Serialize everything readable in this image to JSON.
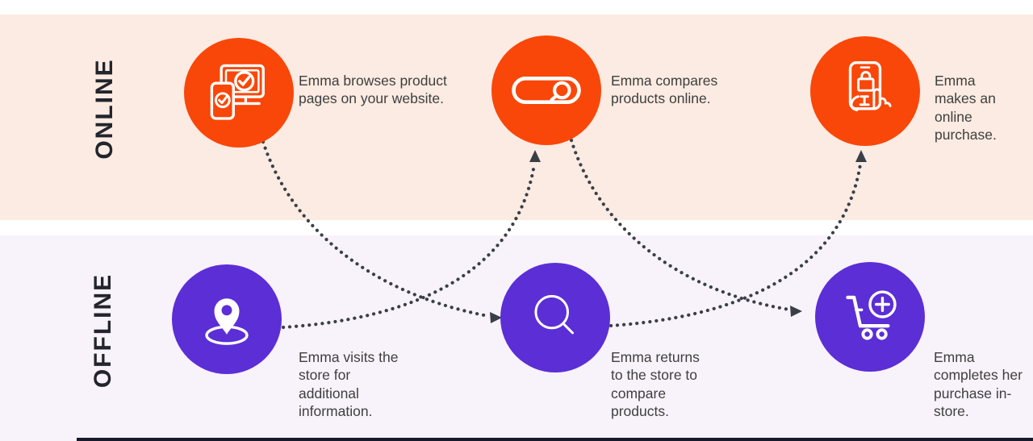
{
  "bands": {
    "online": {
      "label": "ONLINE"
    },
    "offline": {
      "label": "OFFLINE"
    }
  },
  "colors": {
    "online_accent": "#F94709",
    "offline_accent": "#5B2ED6",
    "online_bg": "#FBEBE2",
    "offline_bg": "#F8F2FA",
    "arrow": "#3A3F47",
    "caption_text": "#3F3F3F",
    "band_label_text": "#23252D",
    "bottom_bar": "#171A2C"
  },
  "steps": [
    {
      "band": "online",
      "icon": "devices-check-icon",
      "text": "Emma browses product pages on your website."
    },
    {
      "band": "online",
      "icon": "search-bar-icon",
      "text": "Emma compares products online."
    },
    {
      "band": "online",
      "icon": "mobile-purchase-icon",
      "text": "Emma makes an online purchase."
    },
    {
      "band": "offline",
      "icon": "location-pin-icon",
      "text": "Emma visits the store for additional information."
    },
    {
      "band": "offline",
      "icon": "magnifier-icon",
      "text": "Emma returns to the store to compare products."
    },
    {
      "band": "offline",
      "icon": "cart-add-icon",
      "text": "Emma completes her purchase in-store."
    }
  ],
  "arrows": [
    {
      "from": "online-browse",
      "to": "offline-return"
    },
    {
      "from": "offline-visit",
      "to": "online-compare"
    },
    {
      "from": "online-compare",
      "to": "offline-purchase"
    },
    {
      "from": "offline-return",
      "to": "online-purchase"
    }
  ]
}
